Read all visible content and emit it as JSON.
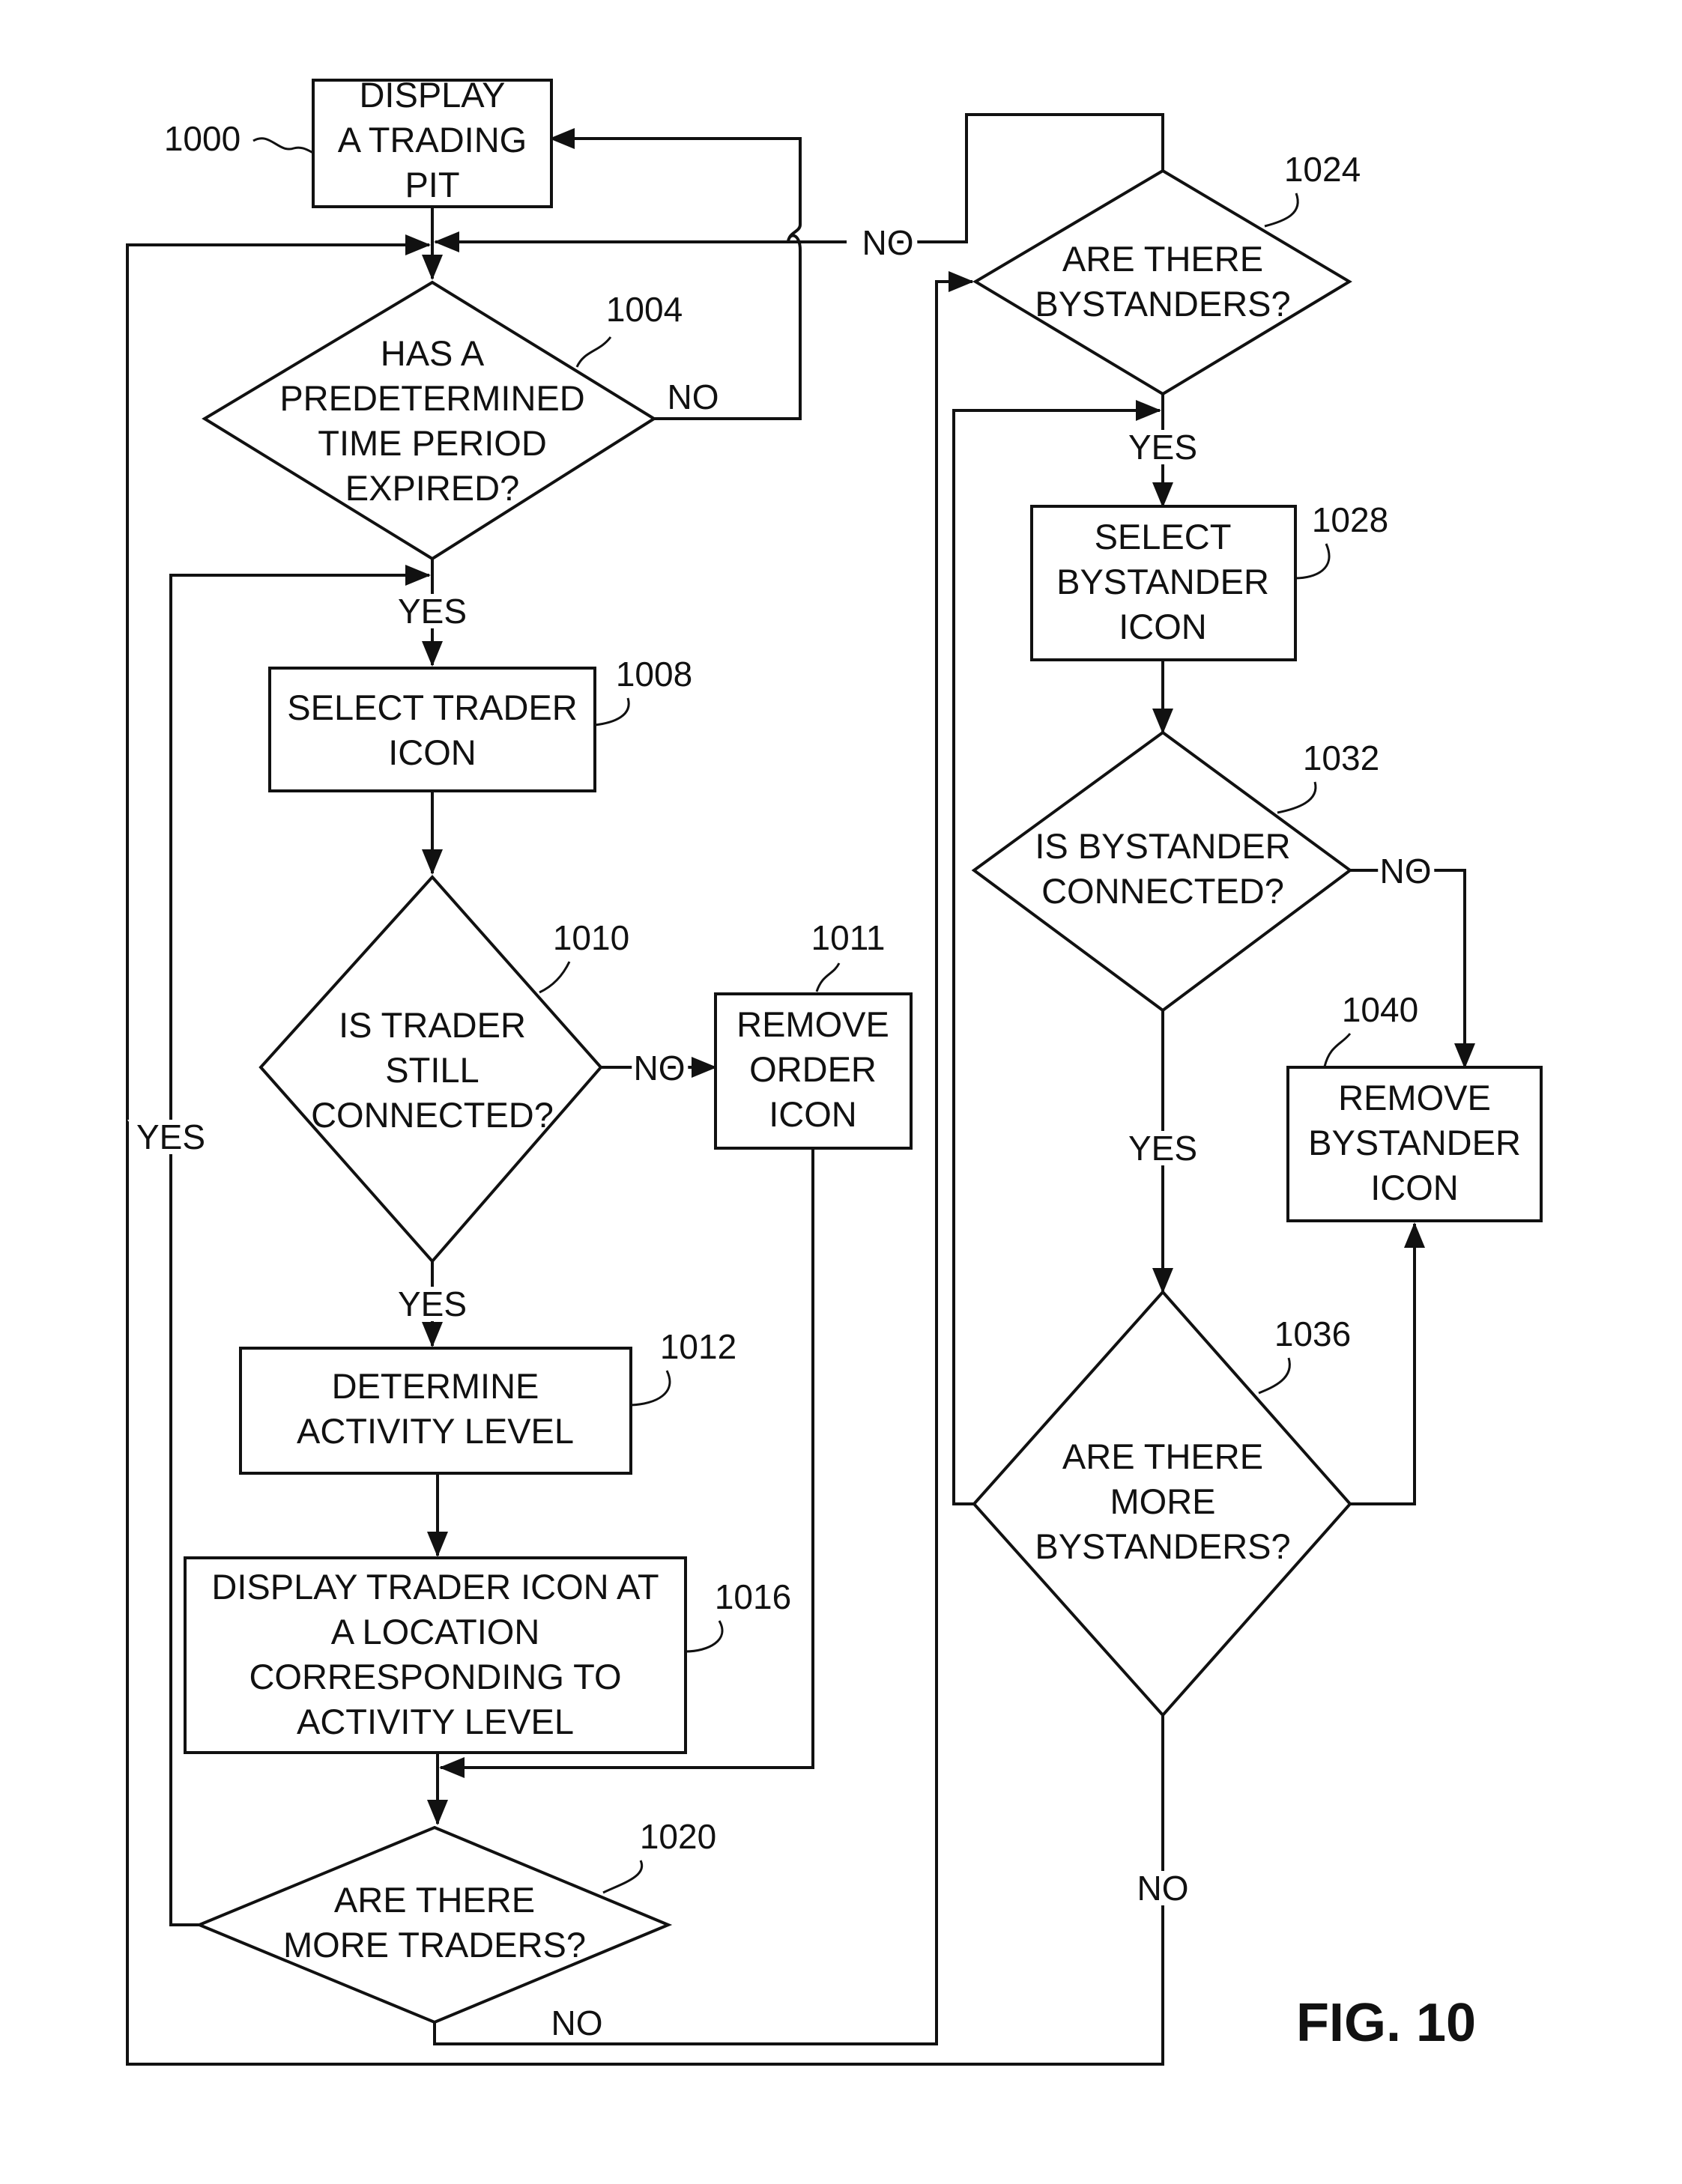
{
  "figure_label": "FIG. 10",
  "nodes": {
    "n1000": {
      "ref": "1000",
      "lines": [
        "DISPLAY",
        "A TRADING",
        "PIT"
      ]
    },
    "n1004": {
      "ref": "1004",
      "lines": [
        "HAS A",
        "PREDETERMINED",
        "TIME PERIOD",
        "EXPIRED?"
      ]
    },
    "n1008": {
      "ref": "1008",
      "lines": [
        "SELECT TRADER",
        "ICON"
      ]
    },
    "n1010": {
      "ref": "1010",
      "lines": [
        "IS TRADER",
        "STILL",
        "CONNECTED?"
      ]
    },
    "n1011": {
      "ref": "1011",
      "lines": [
        "REMOVE",
        "ORDER",
        "ICON"
      ]
    },
    "n1012": {
      "ref": "1012",
      "lines": [
        "DETERMINE",
        "ACTIVITY LEVEL"
      ]
    },
    "n1016": {
      "ref": "1016",
      "lines": [
        "DISPLAY TRADER ICON AT",
        "A LOCATION",
        "CORRESPONDING TO",
        "ACTIVITY LEVEL"
      ]
    },
    "n1020": {
      "ref": "1020",
      "lines": [
        "ARE THERE",
        "MORE TRADERS?"
      ]
    },
    "n1024": {
      "ref": "1024",
      "lines": [
        "ARE THERE",
        "BYSTANDERS?"
      ]
    },
    "n1028": {
      "ref": "1028",
      "lines": [
        "SELECT",
        "BYSTANDER",
        "ICON"
      ]
    },
    "n1032": {
      "ref": "1032",
      "lines": [
        "IS BYSTANDER",
        "CONNECTED?"
      ]
    },
    "n1036": {
      "ref": "1036",
      "lines": [
        "ARE THERE",
        "MORE",
        "BYSTANDERS?"
      ]
    },
    "n1040": {
      "ref": "1040",
      "lines": [
        "REMOVE",
        "BYSTANDER",
        "ICON"
      ]
    }
  },
  "edge_labels": {
    "e1004_no": "NO",
    "e1004_yes": "YES",
    "e1010_no": "NO",
    "e1010_yes": "YES",
    "e1020_yes": "YES",
    "e1020_no": "NO",
    "e1024_no": "NO",
    "e1024_yes": "YES",
    "e1032_no": "NO",
    "e1032_yes": "YES",
    "e1036_no": "NO"
  }
}
